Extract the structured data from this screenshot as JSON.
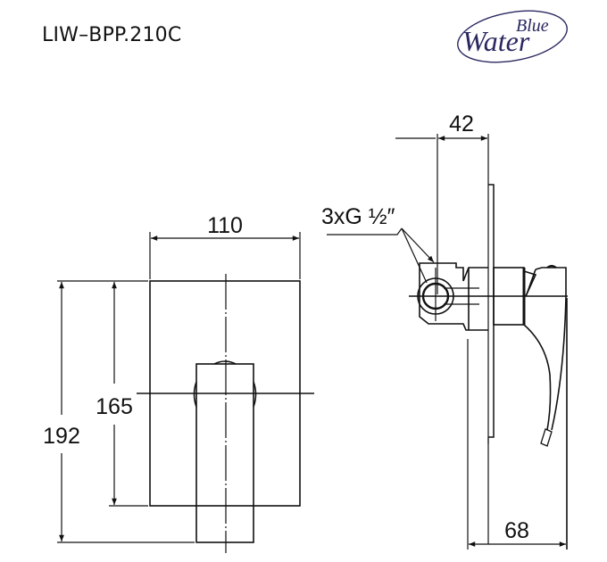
{
  "header": {
    "model_code": "LIW–BPP.210C",
    "logo": {
      "line1": "Blue",
      "line2": "Water",
      "color": "#2a2860"
    }
  },
  "front_view": {
    "width_label": "110",
    "inner_height_label": "165",
    "total_height_label": "192"
  },
  "side_view": {
    "depth_label": "42",
    "total_depth_label": "68",
    "connection_label": "3xG ½″"
  },
  "colors": {
    "line": "#111111",
    "background": "#ffffff"
  }
}
